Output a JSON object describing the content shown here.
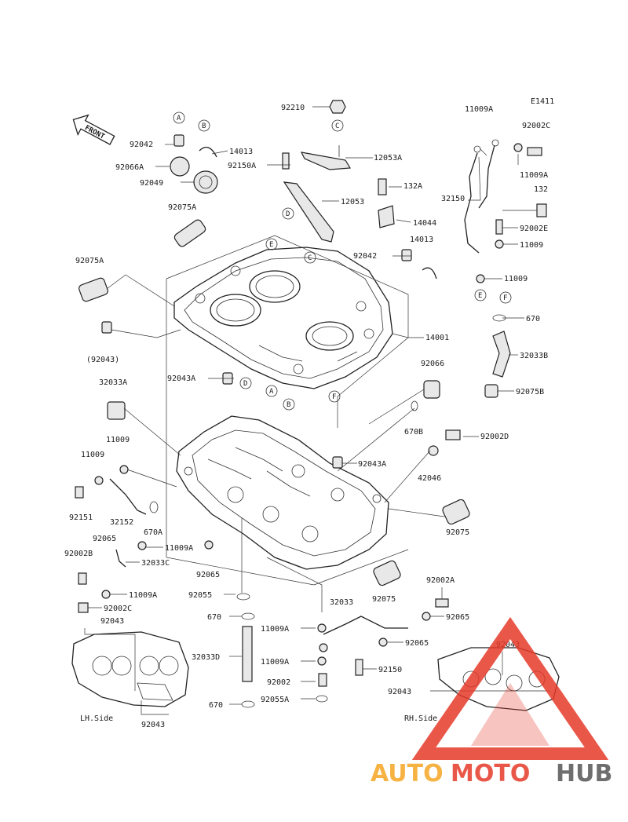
{
  "diagram_code": "E1411",
  "front_label": "FRONT",
  "callouts": [
    {
      "id": "c-92210",
      "text": "92210"
    },
    {
      "id": "c-11009A-top",
      "text": "11009A"
    },
    {
      "id": "c-92002C-top",
      "text": "92002C"
    },
    {
      "id": "c-92042-a",
      "text": "92042"
    },
    {
      "id": "c-14013-a",
      "text": "14013"
    },
    {
      "id": "c-12053A",
      "text": "12053A"
    },
    {
      "id": "c-92066A",
      "text": "92066A"
    },
    {
      "id": "c-92150A",
      "text": "92150A"
    },
    {
      "id": "c-92049",
      "text": "92049"
    },
    {
      "id": "c-132A",
      "text": "132A"
    },
    {
      "id": "c-11009A-r",
      "text": "11009A"
    },
    {
      "id": "c-32150",
      "text": "32150"
    },
    {
      "id": "c-132",
      "text": "132"
    },
    {
      "id": "c-12053",
      "text": "12053"
    },
    {
      "id": "c-92075A-top",
      "text": "92075A"
    },
    {
      "id": "c-14044",
      "text": "14044"
    },
    {
      "id": "c-92002E",
      "text": "92002E"
    },
    {
      "id": "c-14013-b",
      "text": "14013"
    },
    {
      "id": "c-11009-r1",
      "text": "11009"
    },
    {
      "id": "c-92042-b",
      "text": "92042"
    },
    {
      "id": "c-92075A-l",
      "text": "92075A"
    },
    {
      "id": "c-11009-r2",
      "text": "11009"
    },
    {
      "id": "c-670-r",
      "text": "670"
    },
    {
      "id": "c-14001",
      "text": "14001"
    },
    {
      "id": "c-92043-paren",
      "text": "(92043)"
    },
    {
      "id": "c-32033B",
      "text": "32033B"
    },
    {
      "id": "c-92066",
      "text": "92066"
    },
    {
      "id": "c-92043A-1",
      "text": "92043A"
    },
    {
      "id": "c-92075B",
      "text": "92075B"
    },
    {
      "id": "c-32033A",
      "text": "32033A"
    },
    {
      "id": "c-670B",
      "text": "670B"
    },
    {
      "id": "c-92002D",
      "text": "92002D"
    },
    {
      "id": "c-11009-l1",
      "text": "11009"
    },
    {
      "id": "c-92043A-2",
      "text": "92043A"
    },
    {
      "id": "c-11009-l2",
      "text": "11009"
    },
    {
      "id": "c-42046",
      "text": "42046"
    },
    {
      "id": "c-92151",
      "text": "92151"
    },
    {
      "id": "c-32152",
      "text": "32152"
    },
    {
      "id": "c-670A",
      "text": "670A"
    },
    {
      "id": "c-92075-r1",
      "text": "92075"
    },
    {
      "id": "c-92065-l",
      "text": "92065"
    },
    {
      "id": "c-11009A-l",
      "text": "11009A"
    },
    {
      "id": "c-92002B",
      "text": "92002B"
    },
    {
      "id": "c-32033C",
      "text": "32033C"
    },
    {
      "id": "c-92065-m",
      "text": "92065"
    },
    {
      "id": "c-92002A",
      "text": "92002A"
    },
    {
      "id": "c-92055",
      "text": "92055"
    },
    {
      "id": "c-11009A-l2",
      "text": "11009A"
    },
    {
      "id": "c-92075-r2",
      "text": "92075"
    },
    {
      "id": "c-92002C-l",
      "text": "92002C"
    },
    {
      "id": "c-32033",
      "text": "32033"
    },
    {
      "id": "c-670-m",
      "text": "670"
    },
    {
      "id": "c-92065-r",
      "text": "92065"
    },
    {
      "id": "c-92043-lh",
      "text": "92043"
    },
    {
      "id": "c-11009A-m1",
      "text": "11009A"
    },
    {
      "id": "c-92065-r2",
      "text": "92065"
    },
    {
      "id": "c-92043-rh",
      "text": "92043"
    },
    {
      "id": "c-32033D",
      "text": "32033D"
    },
    {
      "id": "c-11009A-m2",
      "text": "11009A"
    },
    {
      "id": "c-92150",
      "text": "92150"
    },
    {
      "id": "c-92002",
      "text": "92002"
    },
    {
      "id": "c-92043-rh2",
      "text": "92043"
    },
    {
      "id": "c-670-b",
      "text": "670"
    },
    {
      "id": "c-92055A",
      "text": "92055A"
    },
    {
      "id": "c-92043-lh2",
      "text": "92043"
    }
  ],
  "refs": [
    "A",
    "B",
    "C",
    "D",
    "E",
    "F"
  ],
  "side_labels": {
    "lh": "LH.Side",
    "rh": "RH.Side"
  },
  "watermark": {
    "auto": "AUTO",
    "moto": "MOTO",
    "hub": "HUB",
    "color_red": "#e63a2a",
    "color_orange": "#f5a623",
    "color_gray": "#555555"
  }
}
